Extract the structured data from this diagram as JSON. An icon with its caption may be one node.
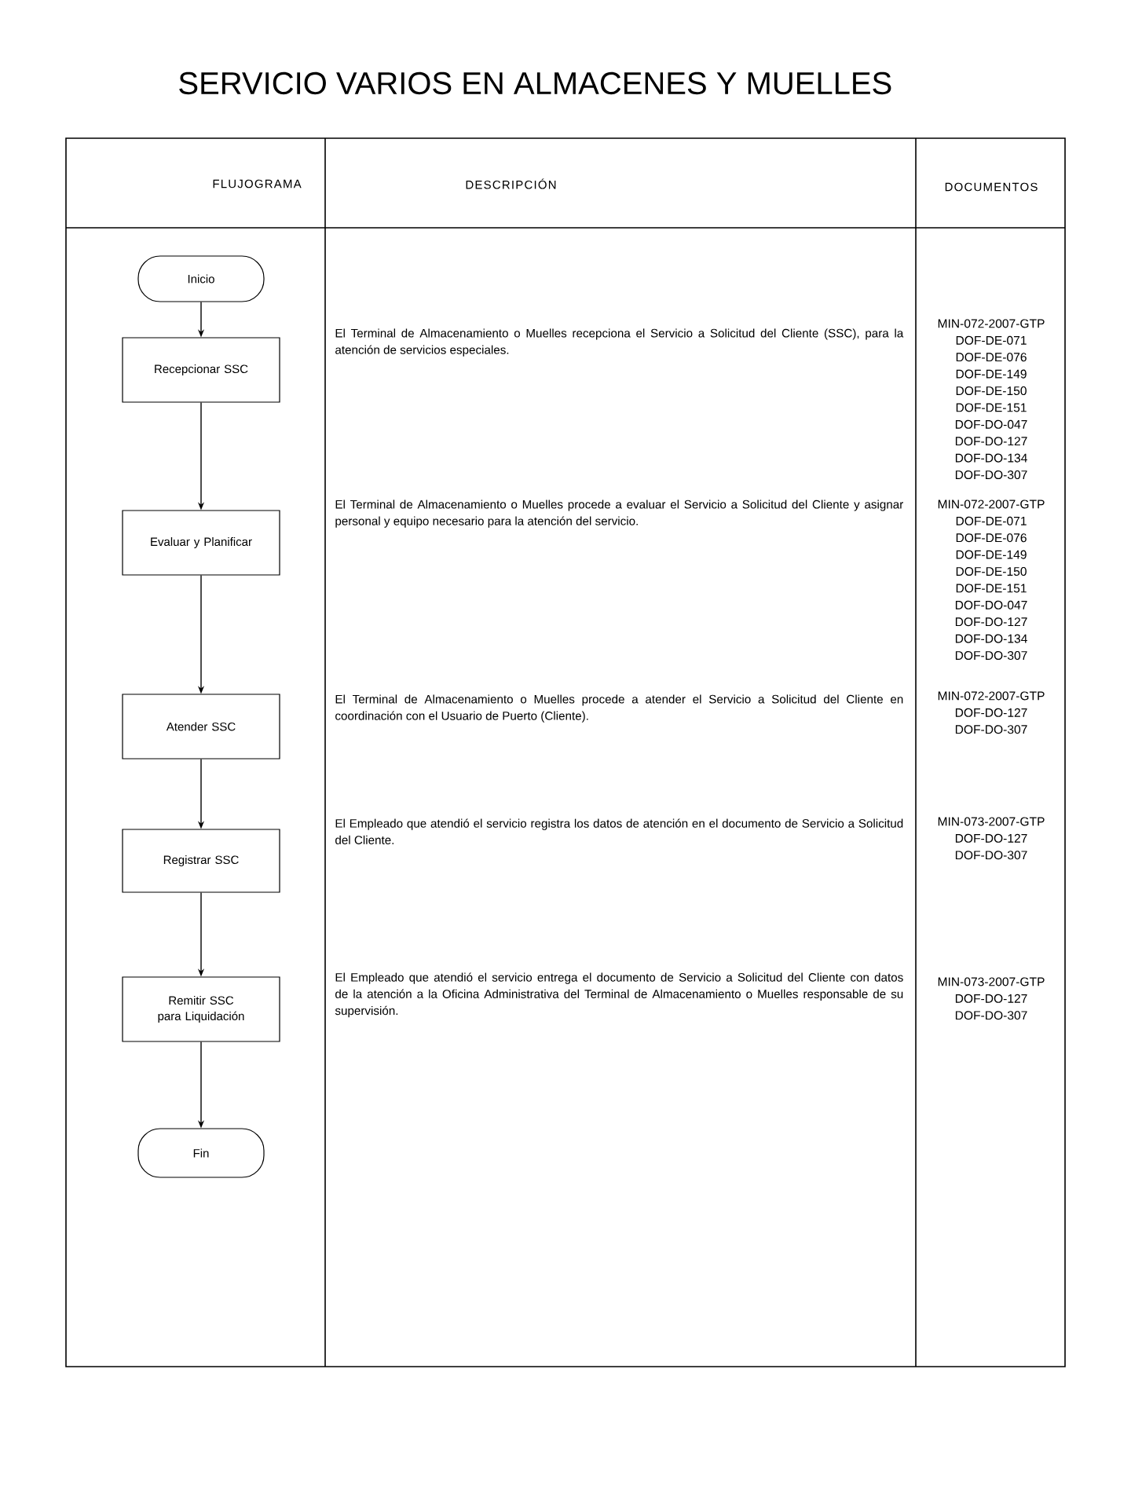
{
  "diagram": {
    "title": "SERVICIO VARIOS EN ALMACENES Y MUELLES",
    "nodes": [
      {
        "text": [
          "Inicio"
        ]
      },
      {
        "text": [
          "Recepcionar SSC"
        ]
      },
      {
        "text": [
          "Evaluar y Planificar"
        ]
      },
      {
        "text": [
          "Atender SSC"
        ]
      },
      {
        "text": [
          "Registrar SSC"
        ]
      },
      {
        "text": [
          "Remitir SSC para Liquidación"
        ]
      },
      {
        "text": [
          "Fin"
        ]
      }
    ],
    "edges": [
      {
        "from": 0,
        "to": 1,
        "arrow": "to"
      },
      {
        "from": 1,
        "to": 2,
        "arrow": "to"
      },
      {
        "from": 2,
        "to": 3,
        "arrow": "to"
      },
      {
        "from": 3,
        "to": 4,
        "arrow": "to"
      },
      {
        "from": 4,
        "to": 5,
        "arrow": "to"
      },
      {
        "from": 5,
        "to": 6,
        "arrow": "to"
      }
    ],
    "labels": [
      "FLUJOGRAMA",
      "DESCRIPCIÓN",
      "DOCUMENTOS",
      "El Terminal de Almacenamiento o Muelles recepciona el Servicio a Solicitud del Cliente (SSC), para la atención de servicios especiales.",
      "MIN-072-2007-GTP",
      "DOF-DE-071",
      "DOF-DE-076",
      "DOF-DE-149",
      "DOF-DE-150",
      "DOF-DE-151",
      "DOF-DO-047",
      "DOF-DO-127",
      "DOF-DO-134",
      "DOF-DO-307",
      "El Terminal de Almacenamiento o Muelles procede a evaluar el Servicio a Solicitud del Cliente y asignar personal y equipo necesario para la atención del servicio.",
      "MIN-072-2007-GTP",
      "DOF-DE-071",
      "DOF-DE-076",
      "DOF-DE-149",
      "DOF-DE-150",
      "DOF-DE-151",
      "DOF-DO-047",
      "DOF-DO-127",
      "DOF-DO-134",
      "DOF-DO-307",
      "El Terminal de Almacenamiento o Muelles procede a atender el Servicio a Solicitud del Cliente en coordinación con el Usuario de Puerto (Cliente).",
      "MIN-072-2007-GTP",
      "DOF-DO-127",
      "DOF-DO-307",
      "El Empleado que atendió el servicio registra los datos de atención en el documento de Servicio a Solicitud del Cliente.",
      "MIN-073-2007-GTP",
      "DOF-DO-127",
      "DOF-DO-307",
      "El Empleado que atendió el servicio entrega el documento de Servicio a Solicitud del Cliente con datos de la atención a la Oficina Administrativa del Terminal de Almacenamiento o Muelles responsable de su supervisión.",
      "MIN-073-2007-GTP",
      "DOF-DO-127",
      "DOF-DO-307"
    ]
  }
}
